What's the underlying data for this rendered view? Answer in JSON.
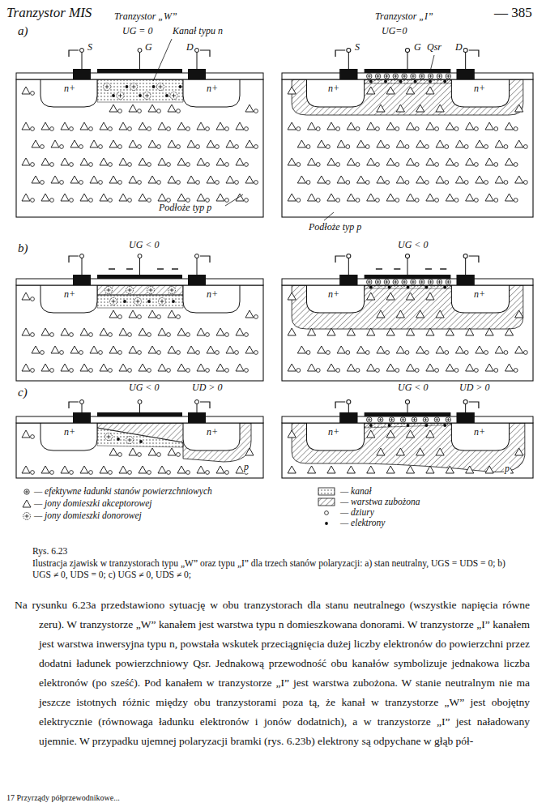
{
  "diagram": {
    "caption": "Ilustracja zjawisk w tranzystorach typu „W” oraz typu „I” dla trzech stanów polaryzacji: a) stan neutralny, UGS = UDS = 0; b) UGS ≠ 0, UDS = 0; c) UGS ≠ 0, UDS ≠ 0;",
    "labels": [
      "Tranzystor MIS",
      "— 385",
      "a)",
      "Tranzystor „W”",
      "UG = 0",
      "Kanał typu n",
      "S",
      "G",
      "D",
      "n+",
      "n+",
      "Podłoże typ p",
      "Tranzystor „I”",
      "UG=0",
      "S",
      "G",
      "Qsr",
      "D",
      "n+",
      "n+",
      "Podłoże typ p",
      "b)",
      "UG < 0",
      "n+",
      "n+",
      "UG < 0",
      "n+",
      "n+",
      "c)",
      "UG < 0",
      "UD > 0",
      "n+",
      "n+",
      "p",
      "UG < 0",
      "UD > 0",
      "n+",
      "n+",
      "p",
      "Rys. 6.23",
      "Na rysunku 6.23a przedstawiono sytuację w obu tranzystorach dla stanu neutralnego (wszystkie napięcia równe zeru). W tranzystorze „W” kanałem jest warstwa typu n domieszkowana donorami. W tranzystorze „I” kanałem jest warstwa inwersyjna typu n, powstała wskutek przeciągnięcia dużej liczby elektronów do powierzchni przez dodatni ładunek powierzchniowy Qsr. Jednakową przewodność obu kanałów symbolizuje jednakowa liczba elektronów (po sześć). Pod kanałem w tranzystorze „I” jest warstwa zubożona. W stanie neutralnym nie ma jeszcze istotnych różnic między obu tranzystorami poza tą, że kanał w tranzystorze „W” jest obojętny elektrycznie (równowaga ładunku elektronów i jonów dodatnich), a w tranzystorze „I” jest naładowany ujemnie. W przypadku ujemnej polaryzacji bramki (rys. 6.23b) elektrony są odpychane w głąb pół-",
      "17 Przyrządy półprzewodnikowe..."
    ],
    "legend": [
      {
        "text": "— efektywne ładunki stanów powierzchniowych"
      },
      {
        "text": "— jony domieszki akceptorowej"
      },
      {
        "text": "— jony domieszki donorowej"
      },
      {
        "text": "— kanał"
      },
      {
        "text": "— warstwa zubożona"
      },
      {
        "text": "— dziury"
      },
      {
        "text": "— elektrony"
      }
    ]
  }
}
